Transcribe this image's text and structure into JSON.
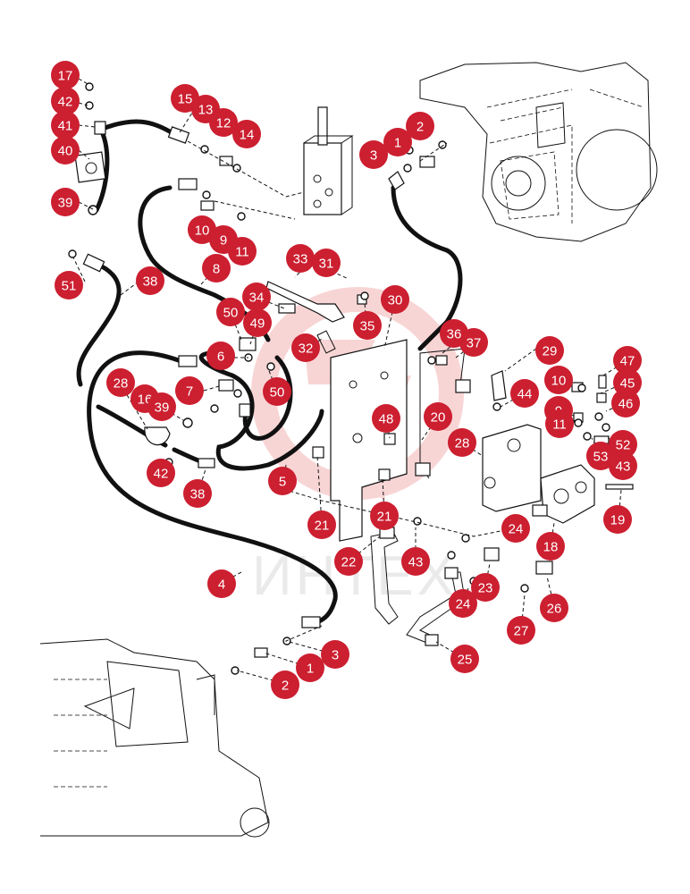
{
  "watermark": {
    "text": "ИНТЕХ",
    "logo_color": "#f2b8b8"
  },
  "colors": {
    "badge": "#cc1f30",
    "badge_text": "#ffffff",
    "line": "#111111"
  },
  "callouts": [
    {
      "label": "17"
    },
    {
      "label": "42"
    },
    {
      "label": "41"
    },
    {
      "label": "40"
    },
    {
      "label": "39"
    },
    {
      "label": "15"
    },
    {
      "label": "13"
    },
    {
      "label": "12"
    },
    {
      "label": "14"
    },
    {
      "label": "2"
    },
    {
      "label": "1"
    },
    {
      "label": "3"
    },
    {
      "label": "10"
    },
    {
      "label": "9"
    },
    {
      "label": "11"
    },
    {
      "label": "51"
    },
    {
      "label": "38"
    },
    {
      "label": "8"
    },
    {
      "label": "33"
    },
    {
      "label": "31"
    },
    {
      "label": "34"
    },
    {
      "label": "50"
    },
    {
      "label": "49"
    },
    {
      "label": "35"
    },
    {
      "label": "30"
    },
    {
      "label": "32"
    },
    {
      "label": "36"
    },
    {
      "label": "37"
    },
    {
      "label": "29"
    },
    {
      "label": "6"
    },
    {
      "label": "7"
    },
    {
      "label": "50"
    },
    {
      "label": "28"
    },
    {
      "label": "16"
    },
    {
      "label": "39"
    },
    {
      "label": "42"
    },
    {
      "label": "38"
    },
    {
      "label": "48"
    },
    {
      "label": "20"
    },
    {
      "label": "5"
    },
    {
      "label": "44"
    },
    {
      "label": "10"
    },
    {
      "label": "9"
    },
    {
      "label": "11"
    },
    {
      "label": "47"
    },
    {
      "label": "45"
    },
    {
      "label": "46"
    },
    {
      "label": "28"
    },
    {
      "label": "52"
    },
    {
      "label": "53"
    },
    {
      "label": "43"
    },
    {
      "label": "21"
    },
    {
      "label": "21"
    },
    {
      "label": "19"
    },
    {
      "label": "18"
    },
    {
      "label": "24"
    },
    {
      "label": "22"
    },
    {
      "label": "43"
    },
    {
      "label": "4"
    },
    {
      "label": "23"
    },
    {
      "label": "24"
    },
    {
      "label": "26"
    },
    {
      "label": "27"
    },
    {
      "label": "25"
    },
    {
      "label": "3"
    },
    {
      "label": "1"
    },
    {
      "label": "2"
    }
  ]
}
